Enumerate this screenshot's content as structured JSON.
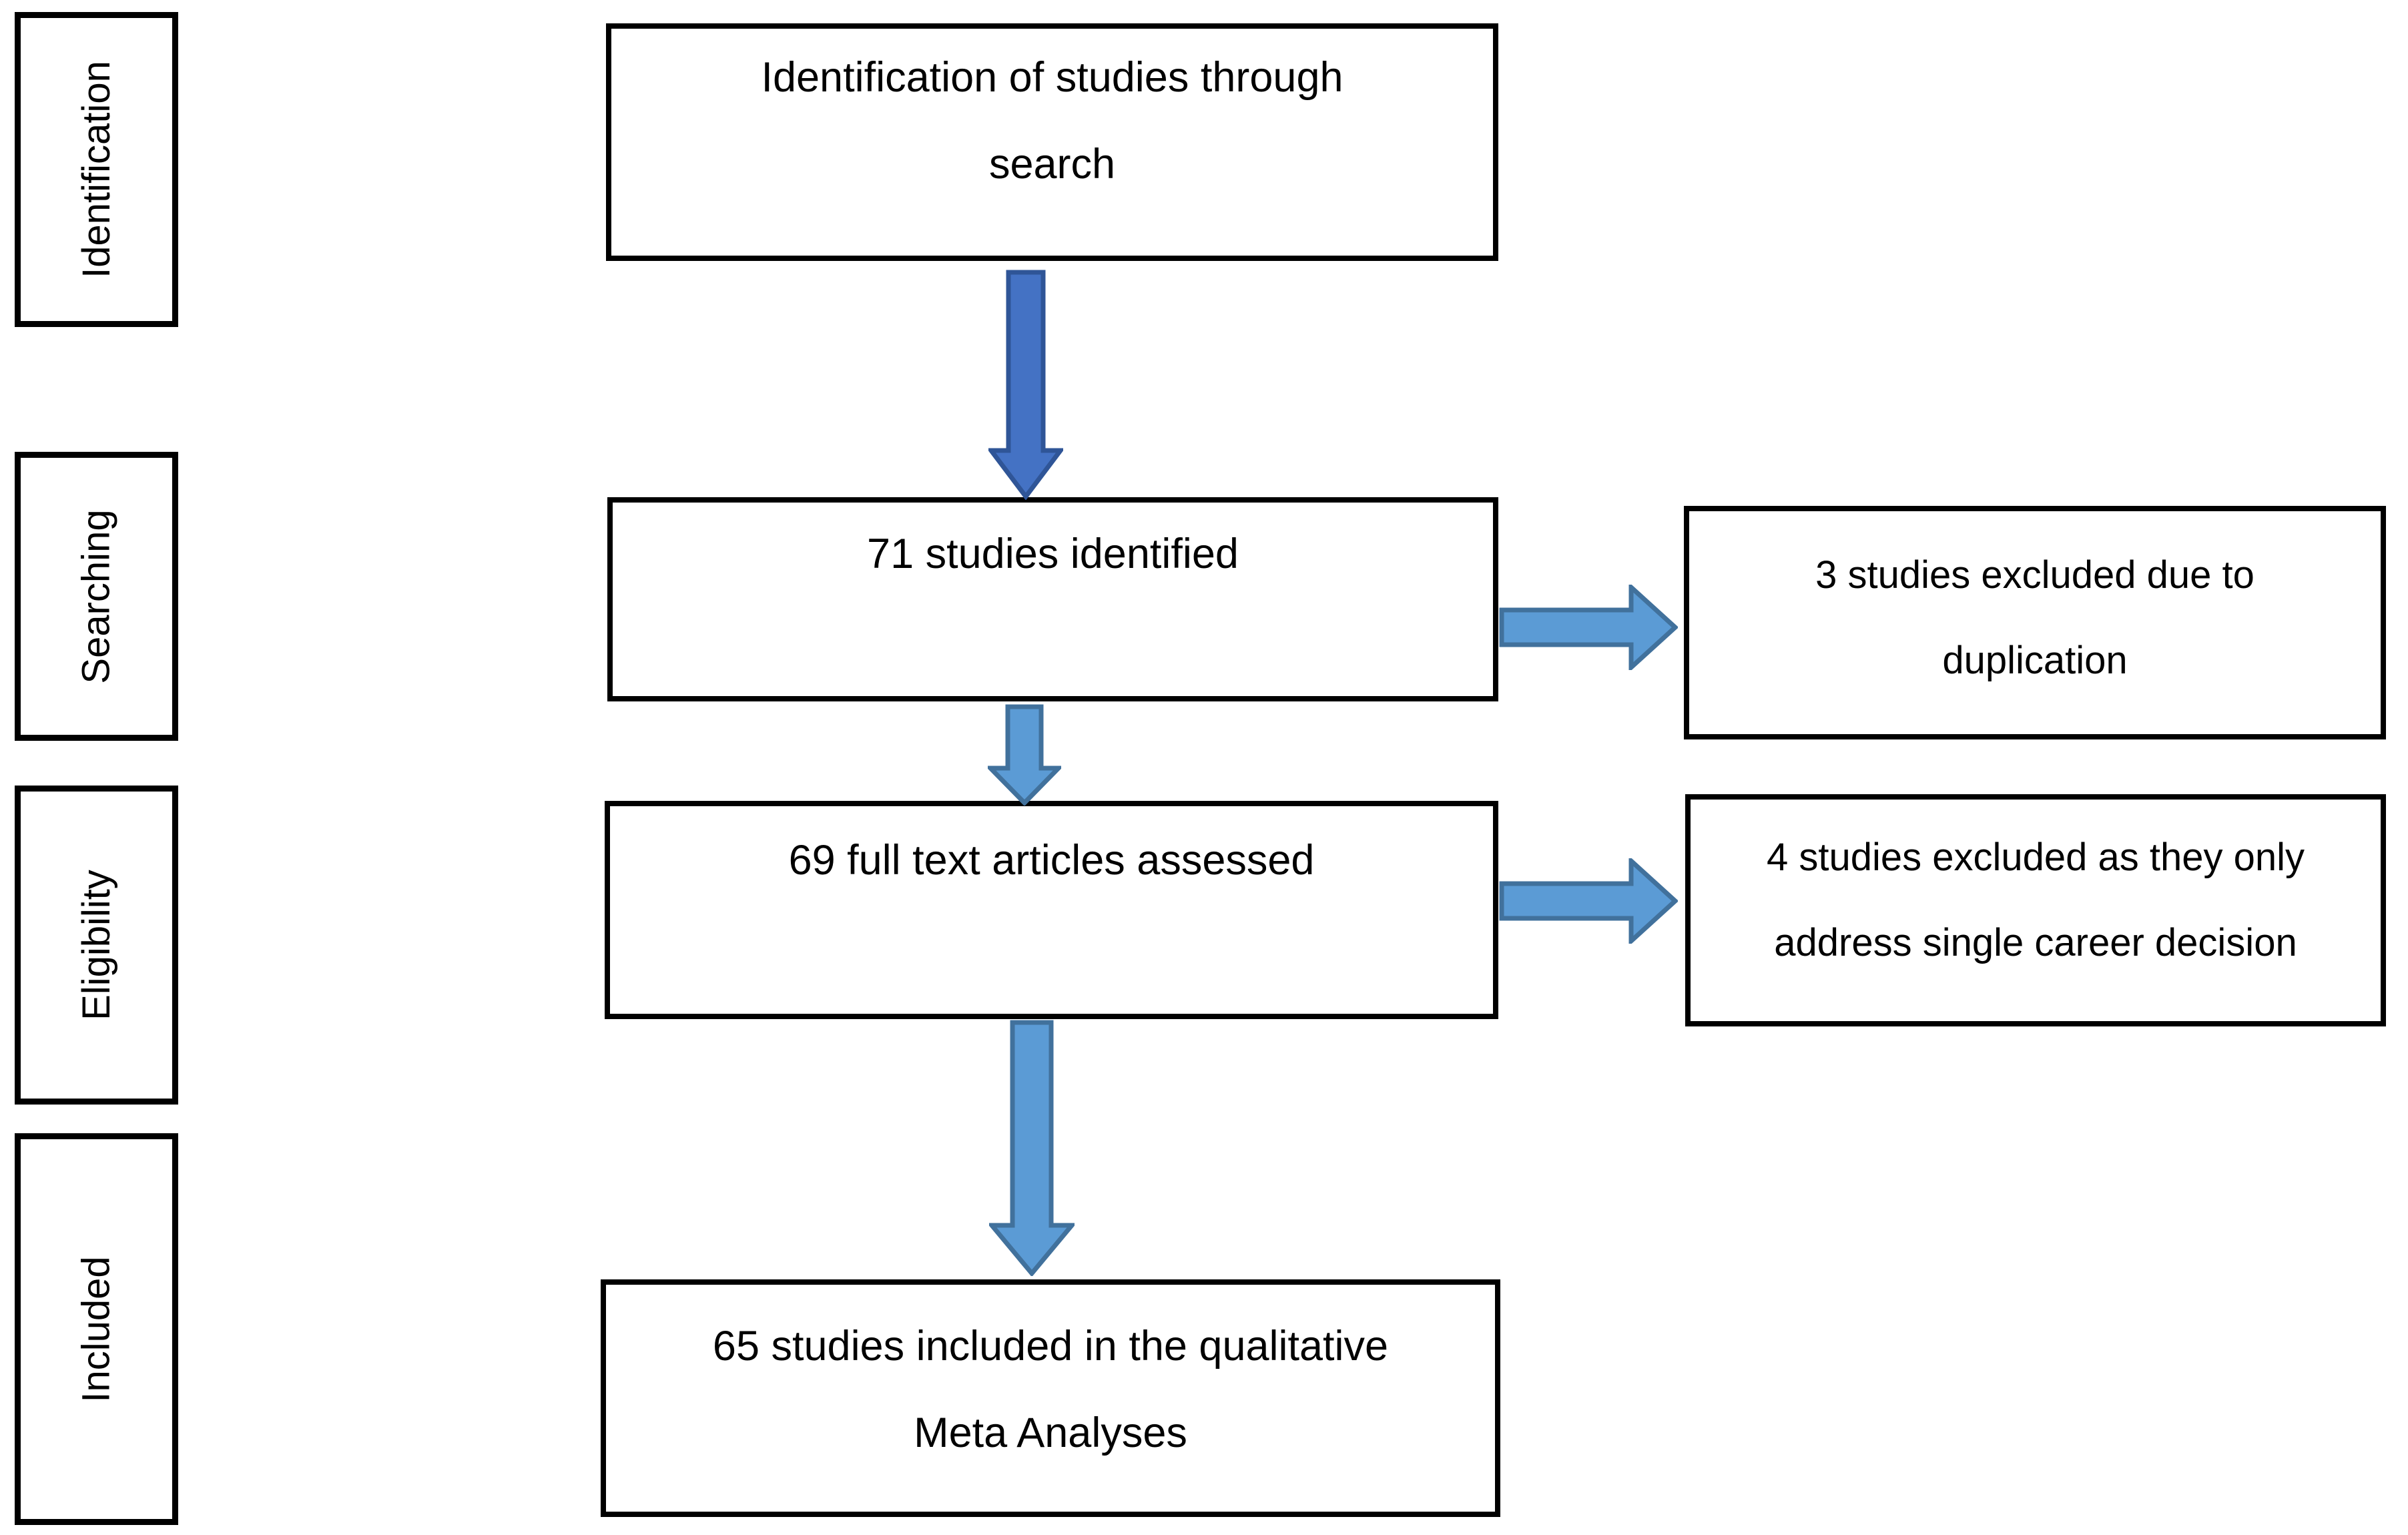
{
  "colors": {
    "background": "#ffffff",
    "text": "#000000",
    "box_border": "#000000",
    "light_arrow_fill": "#5b9bd5",
    "light_arrow_stroke": "#41719c",
    "dark_arrow_fill": "#4472c4",
    "dark_arrow_stroke": "#2f5597"
  },
  "sidebar": {
    "items": [
      {
        "label": "Identification"
      },
      {
        "label": "Searching"
      },
      {
        "label": "Eligibility"
      },
      {
        "label": "Included"
      }
    ]
  },
  "flow": {
    "nodes": [
      {
        "line1": "Identification of studies through",
        "line2": "search"
      },
      {
        "line1": "71 studies identified"
      },
      {
        "line1": "69 full text articles assessed"
      },
      {
        "line1": "65 studies included in the qualitative",
        "line2": "Meta Analyses"
      }
    ]
  },
  "exclusions": {
    "nodes": [
      {
        "line1": "3 studies excluded due to",
        "line2": "duplication"
      },
      {
        "line1": "4 studies excluded as they only",
        "line2": "address single career decision"
      }
    ]
  },
  "arrows": [
    {
      "name": "identification-to-identified",
      "direction": "down",
      "style": "dark"
    },
    {
      "name": "identified-to-assessed",
      "direction": "down",
      "style": "light"
    },
    {
      "name": "assessed-to-included",
      "direction": "down",
      "style": "light"
    },
    {
      "name": "identified-to-excluded-duplication",
      "direction": "right",
      "style": "light"
    },
    {
      "name": "assessed-to-excluded-single-career",
      "direction": "right",
      "style": "light"
    }
  ]
}
